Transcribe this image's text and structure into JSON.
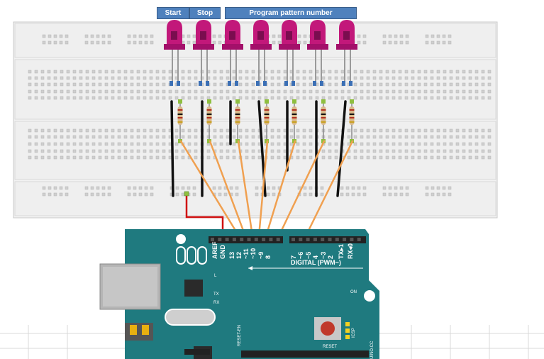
{
  "labels": {
    "start": "Start",
    "stop": "Stop",
    "program": "Program  pattern  number"
  },
  "board": {
    "pins_top": [
      "AREF",
      "GND",
      "13",
      "12",
      "~11",
      "~10",
      "~9",
      "8",
      "7",
      "~6",
      "~5",
      "4",
      "~3",
      "2",
      "TX▸1",
      "RX◂0"
    ],
    "digital_label": "DIGITAL (PWM~)",
    "tx": "TX",
    "rx": "RX",
    "on": "ON",
    "reset": "RESET",
    "icsp": "ICSP",
    "reset_en": "RESET-EN",
    "l": "L",
    "site": "UINO.CC"
  },
  "colors": {
    "led": "#c2187a",
    "wire_black": "#111111",
    "wire_orange": "#f0a050",
    "wire_red": "#d01010",
    "board": "#1f7a7f",
    "label_bg": "#4f81bd"
  }
}
